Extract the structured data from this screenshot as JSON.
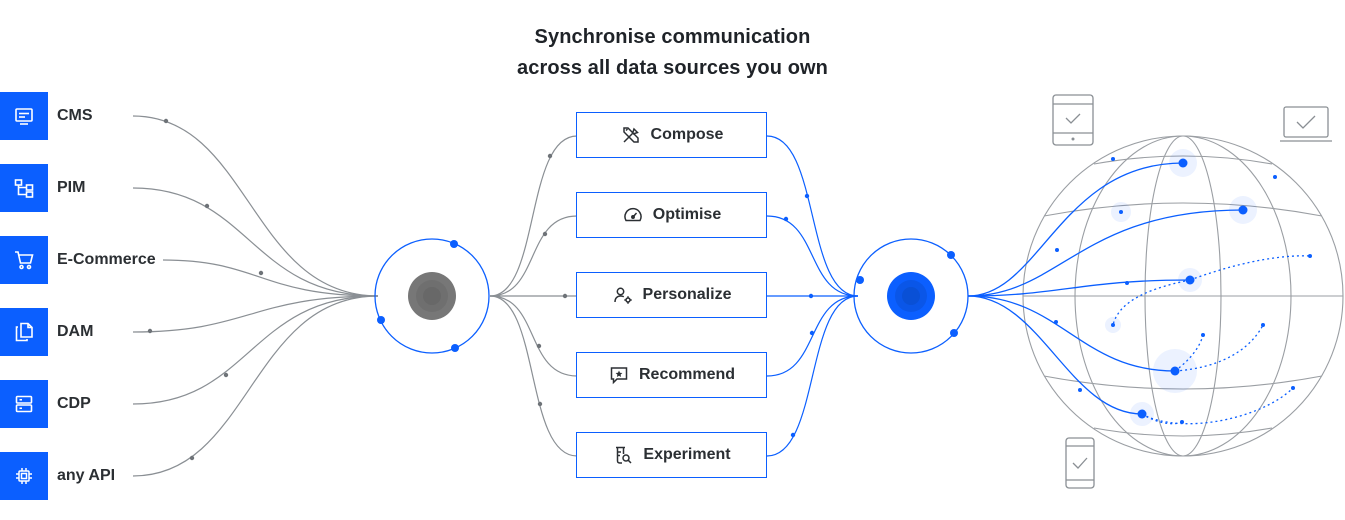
{
  "heading": {
    "line1": "Synchronise communication",
    "line2": "across all data sources you own"
  },
  "sources": [
    {
      "label": "CMS",
      "icon": "monitor-icon"
    },
    {
      "label": "PIM",
      "icon": "hierarchy-icon"
    },
    {
      "label": "E-Commerce",
      "icon": "cart-icon"
    },
    {
      "label": "DAM",
      "icon": "files-icon"
    },
    {
      "label": "CDP",
      "icon": "server-icon"
    },
    {
      "label": "any API",
      "icon": "chip-icon"
    }
  ],
  "tools": [
    {
      "label": "Compose",
      "icon": "tools-icon"
    },
    {
      "label": "Optimise",
      "icon": "gauge-icon"
    },
    {
      "label": "Personalize",
      "icon": "user-gear-icon"
    },
    {
      "label": "Recommend",
      "icon": "star-message-icon"
    },
    {
      "label": "Experiment",
      "icon": "flask-search-icon"
    }
  ],
  "colors": {
    "accent": "#0b5fff",
    "line_gray": "#8a8f94",
    "text": "#1f2328",
    "hub_gray": "#777777"
  }
}
